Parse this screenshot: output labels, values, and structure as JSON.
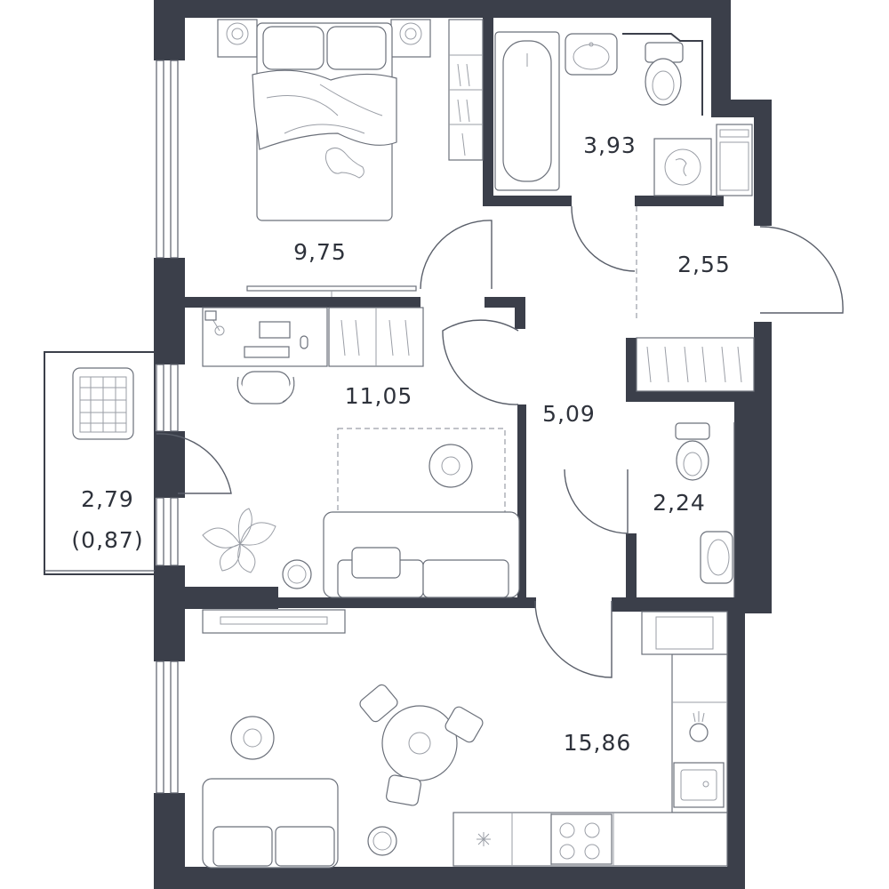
{
  "plan": {
    "rooms": [
      {
        "id": "bedroom",
        "area": "9,75"
      },
      {
        "id": "bathroom",
        "area": "3,93"
      },
      {
        "id": "hall",
        "area": "2,55"
      },
      {
        "id": "study",
        "area": "11,05"
      },
      {
        "id": "corridor",
        "area": "5,09"
      },
      {
        "id": "wc",
        "area": "2,24"
      },
      {
        "id": "balcony",
        "area": "2,79",
        "sub_area": "(0,87)"
      },
      {
        "id": "kitchen-living",
        "area": "15,86"
      }
    ],
    "colors": {
      "wall": "#3b3f4a",
      "furniture": "#6b707a",
      "text": "#2e323b"
    }
  }
}
